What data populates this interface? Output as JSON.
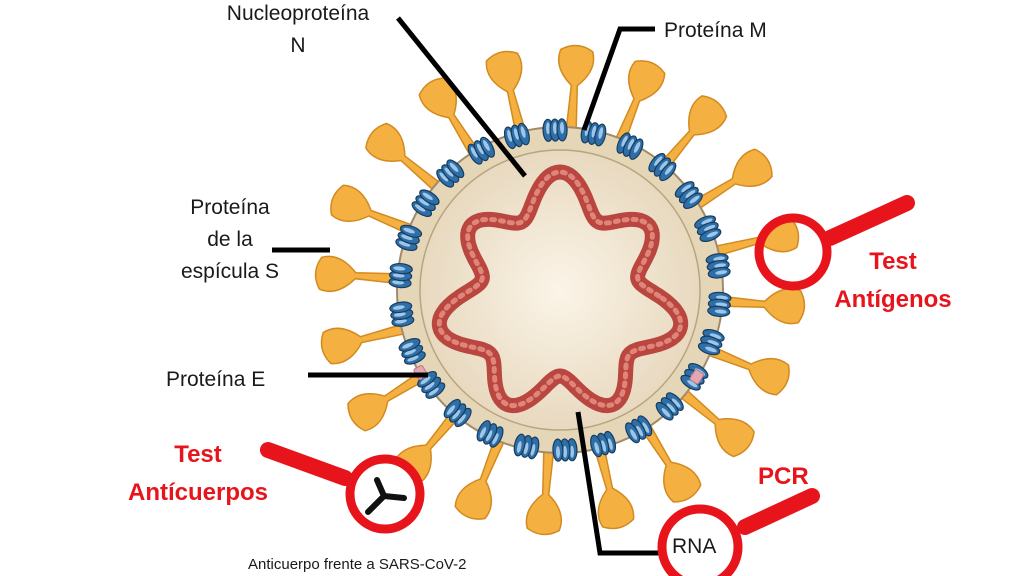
{
  "labels": {
    "nucleoprotein_line1": "Nucleoproteína",
    "nucleoprotein_line2": "N",
    "protein_m": "Proteína M",
    "spike_line1": "Proteína",
    "spike_line2": "de la",
    "spike_line3": "espícula S",
    "protein_e": "Proteína E",
    "rna": "RNA",
    "antibody_caption": "Anticuerpo frente a SARS-CoV-2"
  },
  "tests": {
    "antigen_line1": "Test",
    "antigen_line2": "Antígenos",
    "antibody_line1": "Test",
    "antibody_line2": "Antícuerpos",
    "pcr": "PCR"
  },
  "colors": {
    "spike": "#f4b040",
    "envelope": "#e9dcc3",
    "core": "#f2e6d2",
    "rna_coil": "#c0504d",
    "membrane_protein": "#2f6fa8",
    "test_red": "#e8141c",
    "leader_line": "#000000"
  }
}
